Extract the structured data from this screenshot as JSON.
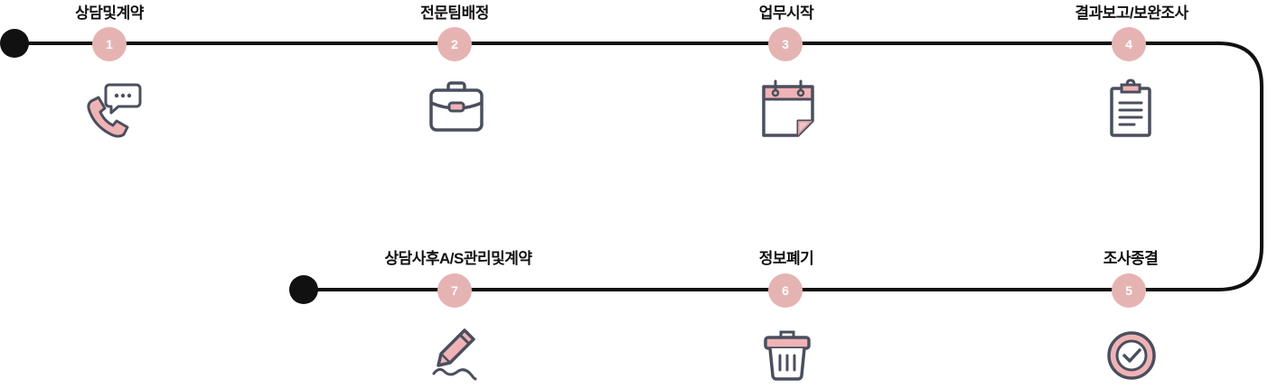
{
  "colors": {
    "line": "#111111",
    "badge_fill": "#e5b4b2",
    "badge_text": "#ffffff",
    "icon_stroke": "#4a4f5e",
    "icon_accent": "#f0b3b5"
  },
  "steps": [
    {
      "number": "1",
      "title": "상담및계약",
      "icon": "phone-chat-icon"
    },
    {
      "number": "2",
      "title": "전문팀배정",
      "icon": "briefcase-icon"
    },
    {
      "number": "3",
      "title": "업무시작",
      "icon": "calendar-icon"
    },
    {
      "number": "4",
      "title": "결과보고/보완조사",
      "icon": "clipboard-icon"
    },
    {
      "number": "5",
      "title": "조사종결",
      "icon": "check-circle-icon"
    },
    {
      "number": "6",
      "title": "정보폐기",
      "icon": "trash-icon"
    },
    {
      "number": "7",
      "title": "상담사후A/S관리및계약",
      "icon": "pen-signature-icon"
    }
  ]
}
